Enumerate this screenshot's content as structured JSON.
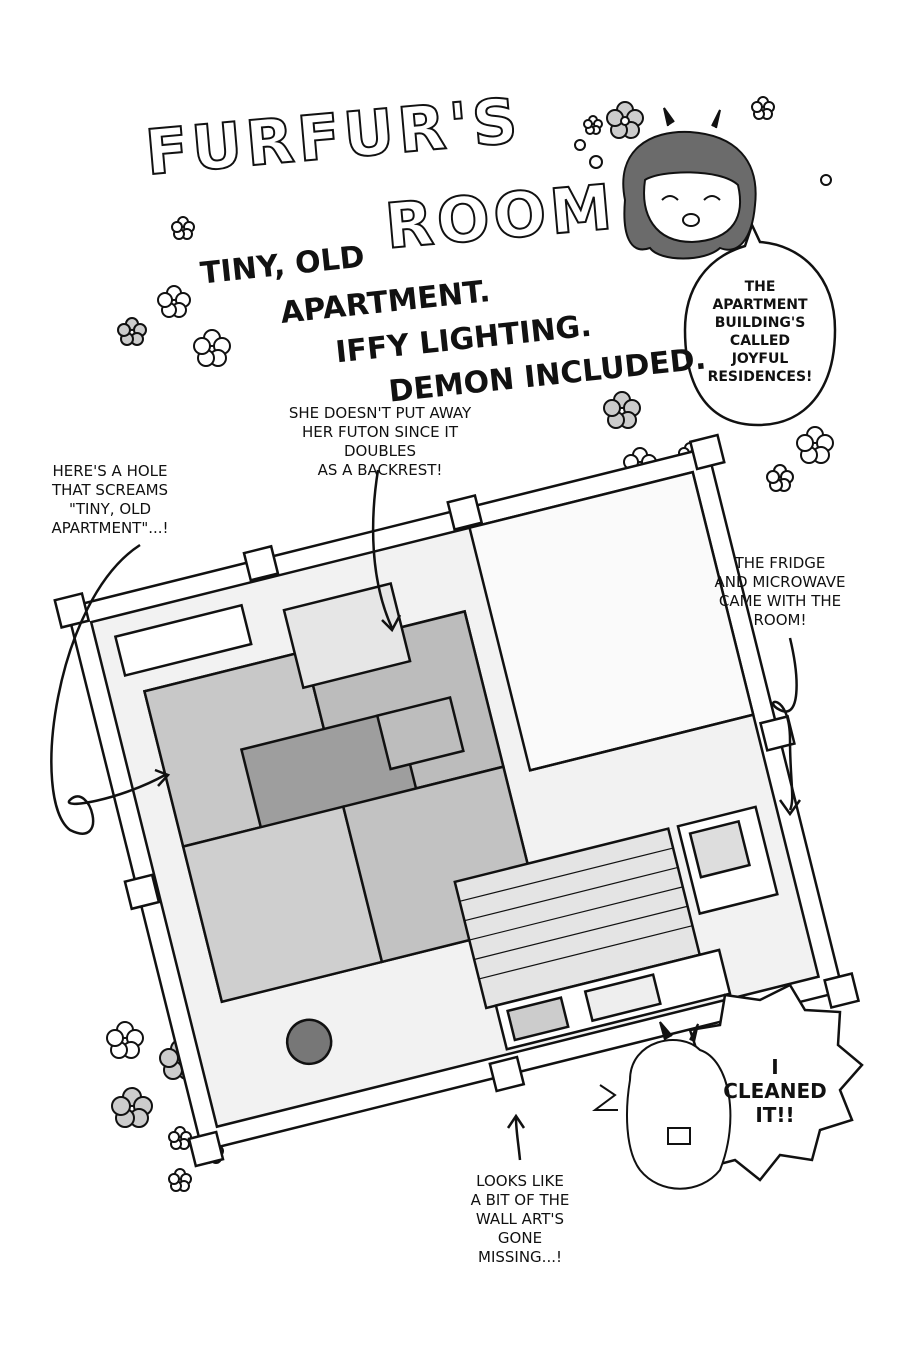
{
  "title": {
    "line1": "FURFUR'S",
    "line2": "ROOM"
  },
  "subtitle": {
    "line1": "TINY, OLD",
    "line2": "APARTMENT.",
    "line3": "IFFY LIGHTING.",
    "line4": "DEMON INCLUDED."
  },
  "speech_bubble_top": {
    "lines": [
      "THE",
      "APARTMENT",
      "BUILDING'S",
      "CALLED",
      "JOYFUL",
      "RESIDENCES!"
    ]
  },
  "notes": {
    "futon": [
      "SHE DOESN'T PUT AWAY",
      "HER FUTON SINCE IT DOUBLES",
      "AS A BACKREST!"
    ],
    "hole": [
      "HERE'S A HOLE",
      "THAT SCREAMS",
      "\"TINY, OLD",
      "APARTMENT\"...!"
    ],
    "fridge": [
      "THE FRIDGE",
      "AND MICROWAVE",
      "CAME WITH THE",
      "ROOM!"
    ],
    "wall_art": [
      "LOOKS LIKE",
      "A BIT OF THE",
      "WALL ART'S",
      "GONE",
      "MISSING...!"
    ]
  },
  "speech_bubble_bottom": {
    "lines": [
      "I",
      "CLEANED",
      "IT!!"
    ]
  },
  "colors": {
    "ink": "#111111",
    "paper": "#ffffff",
    "tone": "#bdbdbd"
  }
}
